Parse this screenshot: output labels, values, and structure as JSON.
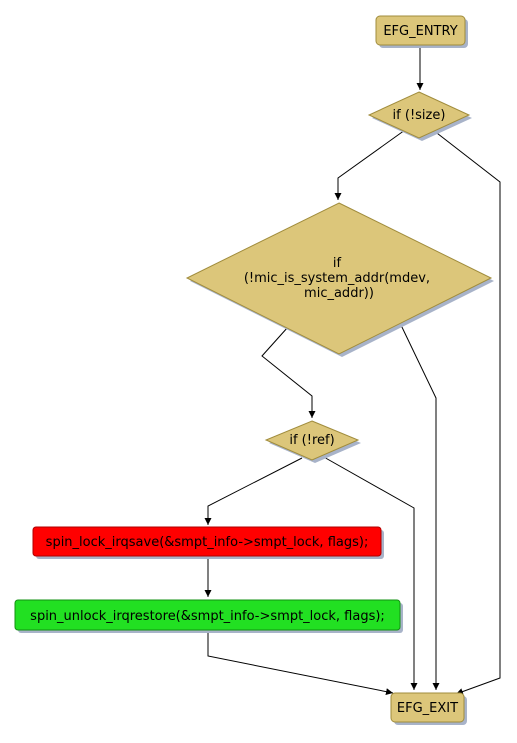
{
  "diagram": {
    "nodes": {
      "entry": {
        "lines": [
          "EFG_ENTRY"
        ]
      },
      "cond1": {
        "lines": [
          "if (!size)"
        ]
      },
      "cond2": {
        "lines": [
          "if",
          "(!mic_is_system_addr(mdev,",
          "mic_addr))"
        ]
      },
      "cond3": {
        "lines": [
          "if (!ref)"
        ]
      },
      "lock": {
        "lines": [
          "spin_lock_irqsave(&smpt_info->smpt_lock, flags);"
        ]
      },
      "unlock": {
        "lines": [
          "spin_unlock_irqrestore(&smpt_info->smpt_lock, flags);"
        ]
      },
      "exit": {
        "lines": [
          "EFG_EXIT"
        ]
      }
    },
    "colors": {
      "node_fill": "#dcc67a",
      "node_stroke": "#a08c3c",
      "shadow": "#a8b3c9",
      "lock_fill": "#ff0000",
      "unlock_fill": "#22e022",
      "edge": "#000000"
    }
  }
}
